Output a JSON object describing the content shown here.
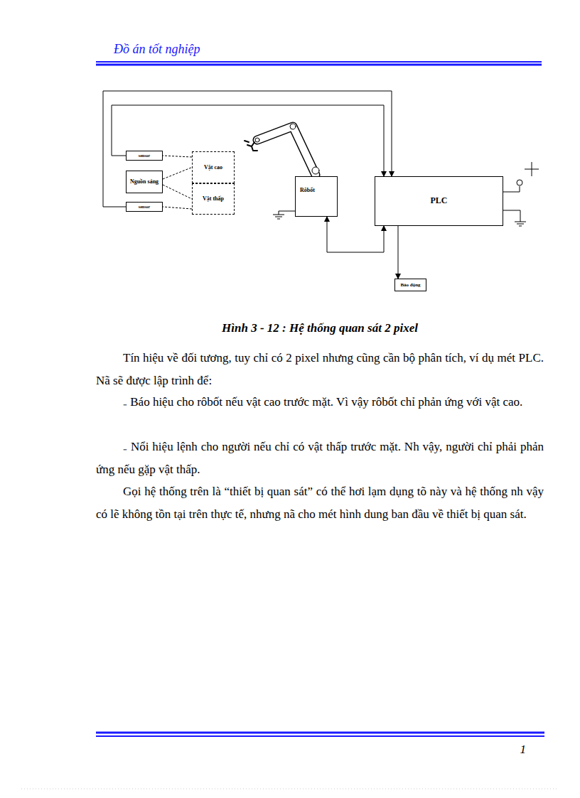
{
  "diagram": {
    "caption": "Hình 3 - 12 : Hệ thống quan sát 2 pixel",
    "nodes": [
      {
        "text": [
          "sensor"
        ]
      },
      {
        "text": [
          "Nguồn sáng"
        ]
      },
      {
        "text": [
          "sensor"
        ]
      },
      {
        "text": [
          "Vật cao"
        ]
      },
      {
        "text": [
          "Vật thấp"
        ]
      },
      {
        "text": [
          "Rôbốt"
        ]
      },
      {
        "text": [
          "PLC"
        ]
      },
      {
        "text": [
          "Báo động"
        ]
      }
    ],
    "edges": [
      {
        "from": 0,
        "to": 6,
        "arrow": "to"
      },
      {
        "from": 2,
        "to": 6,
        "arrow": "to"
      },
      {
        "from": 1,
        "to": 3,
        "arrow": "none"
      },
      {
        "from": 1,
        "to": 4,
        "arrow": "none"
      },
      {
        "from": 3,
        "to": 0,
        "arrow": "none"
      },
      {
        "from": 4,
        "to": 2,
        "arrow": "none"
      },
      {
        "from": 6,
        "to": 5,
        "arrow": "both"
      },
      {
        "from": 6,
        "to": 7,
        "arrow": "to"
      }
    ],
    "labels": [
      "Đồ án tốt nghiệp",
      "1",
      "Tín hiệu về đối tương, tuy chỉ có 2 pixel nhưng cũng cần bộ phân tích, ví dụ mét PLC. Nã sẽ được lập trình để:",
      "₋ Báo hiệu cho rôbốt nếu vật cao trước mặt. Vì vậy rôbốt chỉ phản ứng với vật cao.",
      "₋ Nổi hiệu lệnh cho người nếu chỉ có vật thấp trước mặt. Nh vậy, người chỉ phải phản ứng nếu gặp vật thấp.",
      "Gọi hệ thống trên là “thiết bị quan sát” có thể hơi lạm dụng tõ này và hệ thống nh vậy có lẽ không tồn tại trên thực tế, nhưng nã cho mét hình dung ban đầu về thiết bị quan sát."
    ]
  }
}
